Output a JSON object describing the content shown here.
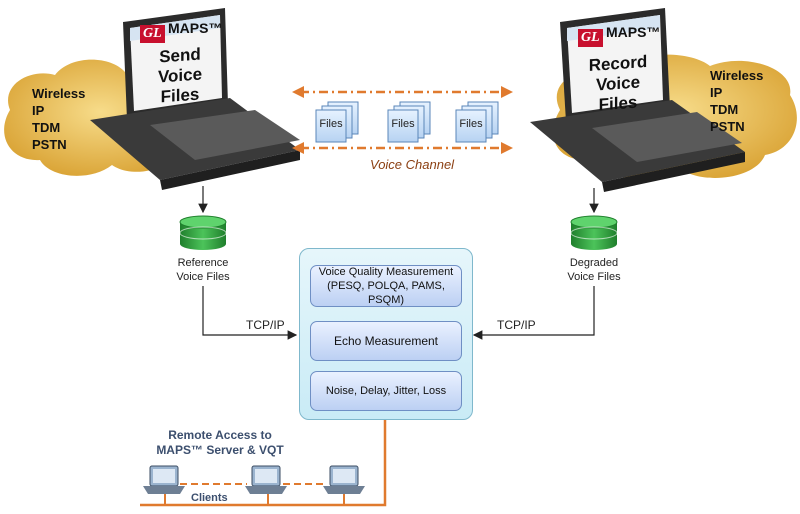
{
  "left_cloud": {
    "lines": [
      "Wireless",
      "IP",
      "TDM",
      "PSTN"
    ]
  },
  "right_cloud": {
    "lines": [
      "Wireless",
      "IP",
      "TDM",
      "PSTN"
    ]
  },
  "left_terminal": {
    "logo": "GL",
    "brand": "MAPS™",
    "screen_lines": [
      "Send",
      "Voice Files"
    ]
  },
  "right_terminal": {
    "logo": "GL",
    "brand": "MAPS™",
    "screen_lines": [
      "Record",
      "Voice Files"
    ]
  },
  "files": [
    "Files",
    "Files",
    "Files"
  ],
  "voice_channel": "Voice Channel",
  "reference_files": {
    "lines": [
      "Reference",
      "Voice Files"
    ]
  },
  "degraded_files": {
    "lines": [
      "Degraded",
      "Voice Files"
    ]
  },
  "tcp_left": "TCP/IP",
  "tcp_right": "TCP/IP",
  "server_modules": [
    {
      "lines": [
        "Voice Quality Measurement",
        "(PESQ, POLQA, PAMS, PSQM)"
      ]
    },
    {
      "lines": [
        "Echo Measurement"
      ]
    },
    {
      "lines": [
        "Noise, Delay, Jitter, Loss"
      ]
    }
  ],
  "remote_access": {
    "lines": [
      "Remote Access to",
      "MAPS™ Server & VQT"
    ]
  },
  "clients_label": "Clients",
  "colors": {
    "cloud": "#e8b94a",
    "channel_arrow": "#e07a2e",
    "database": "#2e9e3e",
    "network_line": "#e07a2e",
    "module_border": "#6f8fc4"
  }
}
